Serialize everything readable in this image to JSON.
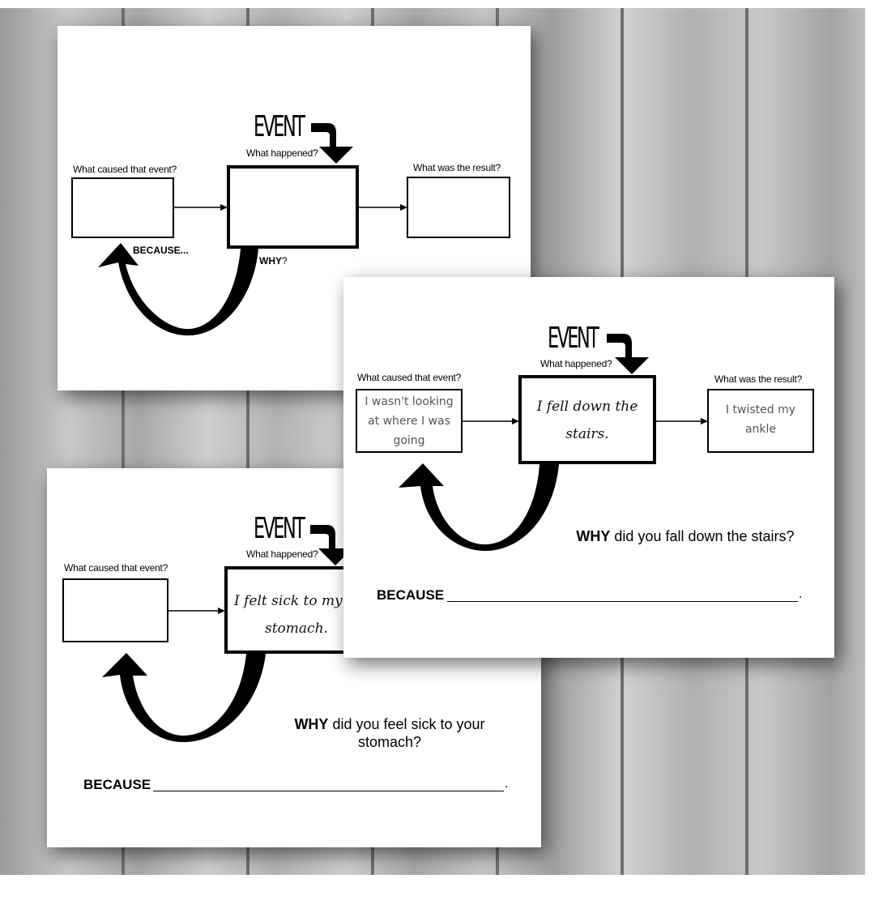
{
  "sheet1": {
    "event_title": "EVENT",
    "event_sub": "What happened?",
    "cause_label": "What caused that event?",
    "result_label": "What was the result?",
    "because_label": "BECAUSE...",
    "why_label": "WHY",
    "why_q": "?"
  },
  "sheet2": {
    "event_title": "EVENT",
    "event_sub": "What happened?",
    "cause_label": "What caused that event?",
    "result_label": "What was the result?",
    "cause_text": [
      "I wasn't looking",
      "at where I was",
      "going"
    ],
    "event_text": [
      "I fell down the",
      "stairs."
    ],
    "result_text": [
      "I twisted my",
      "ankle"
    ],
    "why_bold": "WHY",
    "why_rest": " did you fall down the stairs?",
    "because": "BECAUSE",
    "period": "."
  },
  "sheet3": {
    "event_title": "EVENT",
    "event_sub": "What happened?",
    "cause_label": "What caused that event?",
    "event_text": [
      "I felt sick to my",
      "stomach."
    ],
    "why_bold": "WHY",
    "why_rest_1": " did you feel sick to your",
    "why_rest_2": "stomach?",
    "because": "BECAUSE",
    "period": "."
  }
}
